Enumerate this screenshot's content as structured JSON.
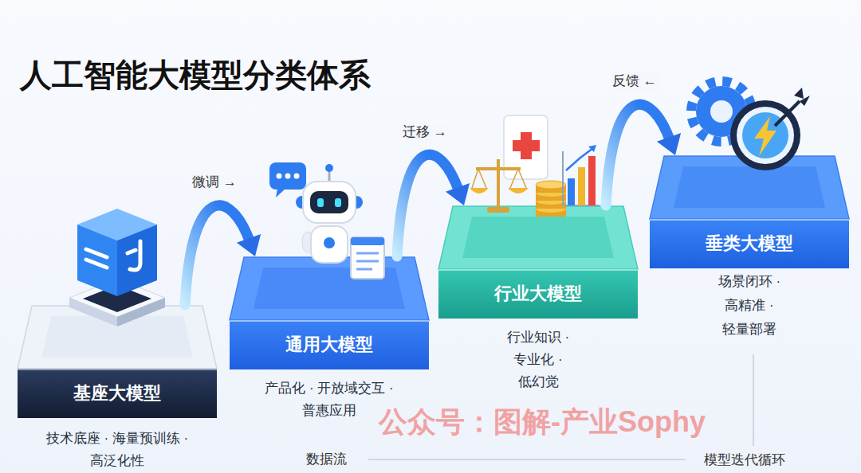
{
  "diagram": {
    "title": "人工智能大模型分类体系",
    "nodes": [
      {
        "text": [
          "基座大模型",
          "技术底座 · 海量预训练 · 高泛化性"
        ]
      },
      {
        "text": [
          "通用大模型",
          "产品化 · 开放域交互 · 普惠应用"
        ]
      },
      {
        "text": [
          "行业大模型",
          "行业知识 · 专业化 · 低幻觉"
        ]
      },
      {
        "text": [
          "垂类大模型",
          "场景闭环 · 高精准 · 轻量部署"
        ]
      }
    ],
    "edges": [
      {
        "from": 0,
        "to": 1,
        "arrow": "to",
        "label": "微调 →"
      },
      {
        "from": 1,
        "to": 2,
        "arrow": "to",
        "label": "迁移 →"
      },
      {
        "from": 2,
        "to": 3,
        "arrow": "to",
        "label": "反馈 ←"
      }
    ],
    "labels": [
      "数据流",
      "模型迭代循环",
      "公众号：图解-产业Sophy"
    ]
  }
}
